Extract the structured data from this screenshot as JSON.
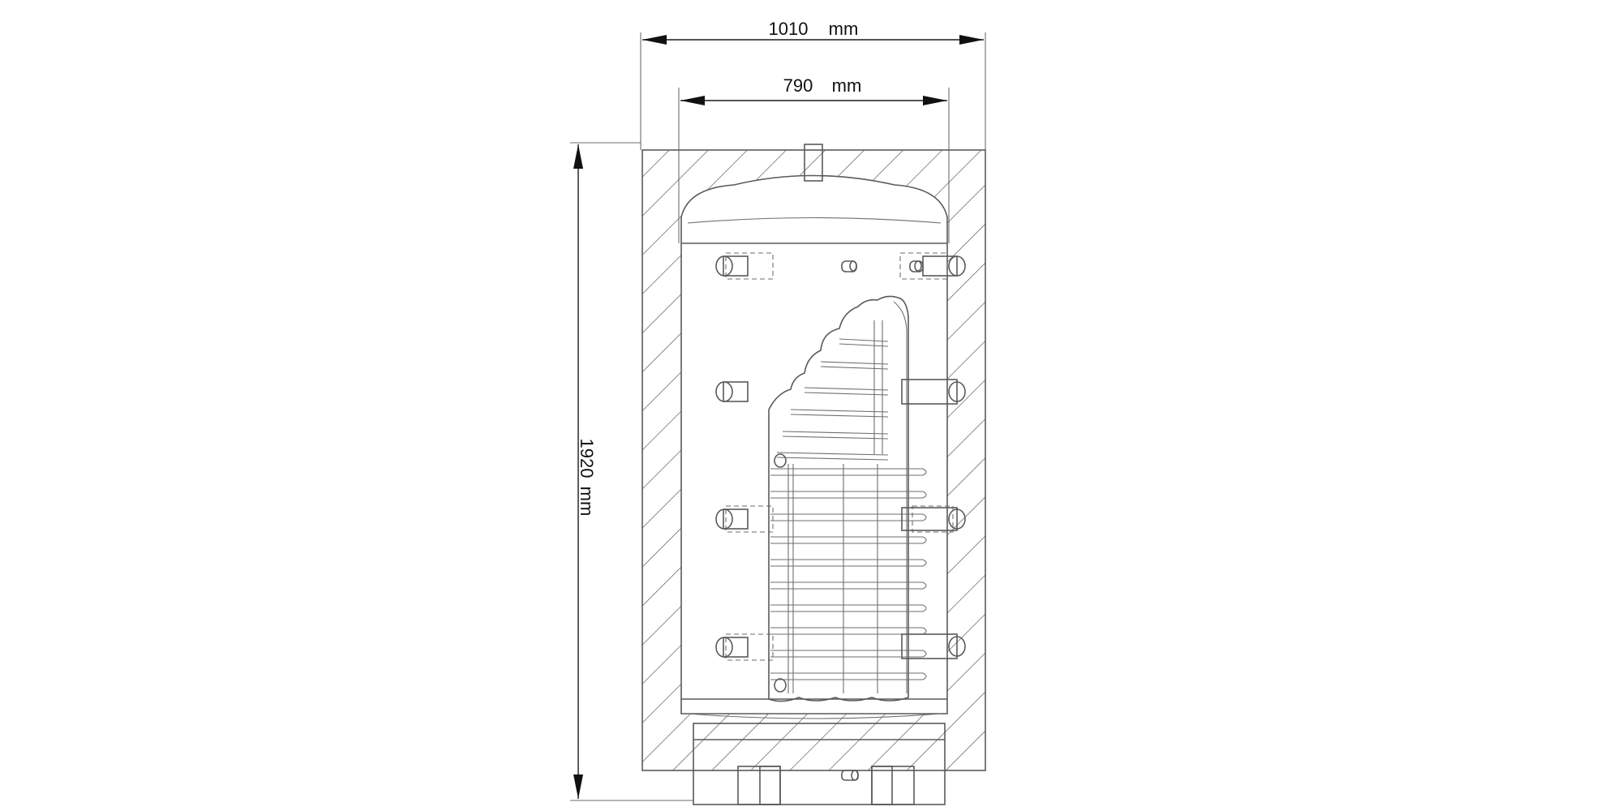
{
  "dimensions": {
    "outer_width": {
      "value": "1010",
      "unit": "mm"
    },
    "inner_width": {
      "value": "790",
      "unit": "mm"
    },
    "height": {
      "value": "1920",
      "unit": "mm"
    }
  },
  "colors": {
    "line": "#5a5a5a",
    "dimension": "#1a1a1a",
    "background": "#ffffff"
  }
}
